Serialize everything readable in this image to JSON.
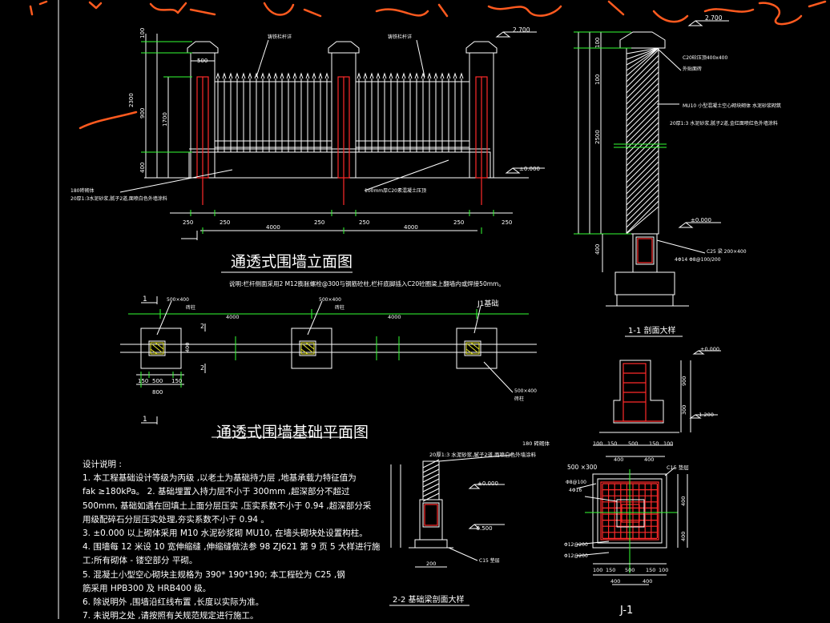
{
  "titles": {
    "elevation": "通透式围墙立面图",
    "foundation_plan": "通透式围墙基础平面图",
    "section_1_1": "1-1  剖面大样",
    "section_2_2": "2-2  基础梁剖面大样",
    "detail_j1": "J-1",
    "j1_label": "J1基础"
  },
  "elevation_note": "说明:栏杆侧面采用2 M12膨胀螺栓@300与钢筋砼柱,栏杆底脚插入C20砼圈梁上翻墙内或焊接50mm。",
  "elevation_labels": {
    "railing_a": "铸铁栏杆详",
    "railing_b": "铸铁栏杆详",
    "brick": "180砖砌体",
    "plaster": "20厚1:3水泥砂浆,腻子2道,面喷白色外墙涂料",
    "beam": "100mm厚C20素混凝土压顶",
    "cap_label": "C20砼压顶400x400",
    "pier_note": "外贴面砖",
    "mu10": "MU10 小型混凝土空心砌块砌体 水泥砂浆砌筑",
    "mortar": "20厚1:3 水泥砂浆,腻子2道,金红面喷红色外墙涂料",
    "c25": "C25  梁  200×400",
    "rebar": "4Φ14  Φ8@100/200"
  },
  "elevation_dims": {
    "d500": "500",
    "d100": "100",
    "d2300": "2300",
    "d900": "900",
    "d1700": "1700",
    "d400": "400",
    "d250": "250",
    "d4000": "4000",
    "lvl_top": "2.700",
    "lvl_zero": "±0.000"
  },
  "section_dims": {
    "s2700": "2.700",
    "s2500": "2500",
    "s400": "400",
    "s100": "100",
    "s300": "300",
    "s900": "900",
    "s150": "150",
    "s500": "500",
    "lvl_zero": "±0.000",
    "lvl_neg1200": "-1.200",
    "lvl_neg0500": "-0.500"
  },
  "plan_labels": {
    "pier_500": "500×400",
    "col": "砖柱",
    "dim_4000": "4000",
    "d150": "150",
    "d500": "500",
    "d800": "800",
    "d400": "400",
    "mark_1": "1",
    "mark_2": "2"
  },
  "j1_labels": {
    "size": "500 ×300",
    "c15": "C15 垫层",
    "rebar1": "Φ8@100",
    "rebar2": "4Φ16",
    "rebar3": "Φ12@200",
    "rebar4": "Φ12@200"
  },
  "section22_labels": {
    "brick": "180 砖砌体",
    "plaster": "20厚1:3 水泥砂浆,腻子2道,面喷白色外墙涂料",
    "c15": "C15 垫层",
    "d200": "200"
  },
  "design_notes": [
    "设计说明 :",
    "1. 本工程基础设计等级为丙级      ,以老土为基础持力层     ,地基承载力特征值为",
    "fak  ≥180kPa。  2. 基础埋置入持力层不小于      300mm    ,超深部分不超过",
    "500mm,  基础如遇在回填土上面分层压实       ,压实系数不小于     0.94 ,超深部分采",
    "用级配碎石分层压实处理,夯实系数不小于          0.94  。",
    "3. ±0.000  以上砌体采用    M10  水泥砂浆砌   MU10, 在墙头砌块处设置构柱。",
    "4. 围墙每  12  米设 10  宽伸缩缝  ,伸缩缝做法参  98 ZJ621    第 9 页 5 大样进行施",
    "工;所有砌体 - 镂空部分 平砌。",
    "5. 混凝土小型空心砌块主规格为     390*    190*190;    本工程砼为  C25  ,钢",
    "筋采用  HPB300   及 HRB400   级。",
    "6. 除说明外  ,围墙沿红线布置    ,长度以实际为准。",
    "7. 未说明之处   ,请按照有关规范规定进行施工。"
  ],
  "colors": {
    "background": "#000000",
    "lines": "#ffffff",
    "dimension": "#33ff33",
    "rebar": "#ff2a2a",
    "handwriting": "#ff5a1f"
  }
}
